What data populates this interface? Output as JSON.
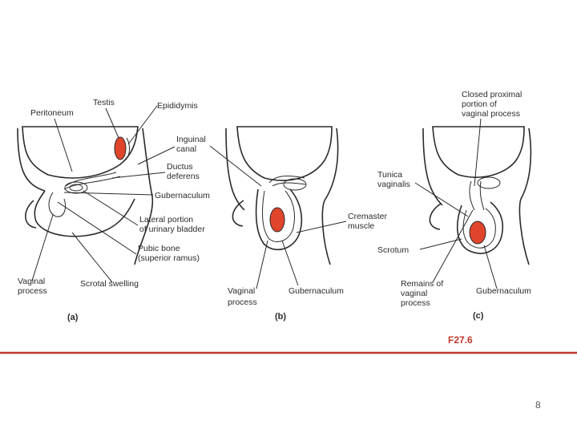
{
  "colors": {
    "peritoneal_fill": "#dcb59c",
    "testis_fill": "#e0452b",
    "rule": "#c0392b",
    "figure_id": "#c0392b"
  },
  "panels": {
    "a": {
      "panel_label": "(a)",
      "labels": {
        "testis": "Testis",
        "peritoneum": "Peritoneum",
        "epididymis": "Epididymis",
        "inguinal_canal": [
          "Inguinal",
          "canal"
        ],
        "ductus_deferens": [
          "Ductus",
          "deferens"
        ],
        "gubernaculum": "Gubernaculum",
        "lateral_portion": [
          "Lateral portion",
          "of urinary bladder"
        ],
        "pubic_bone": [
          "Pubic bone",
          "(superior ramus)"
        ],
        "vaginal_process": [
          "Vaginal",
          "process"
        ],
        "scrotal_swelling": "Scrotal swelling"
      }
    },
    "b": {
      "panel_label": "(b)",
      "labels": {
        "cremaster_muscle": [
          "Cremaster",
          "muscle"
        ],
        "vaginal_process": [
          "Vaginal",
          "process"
        ],
        "gubernaculum": "Gubernaculum"
      }
    },
    "c": {
      "panel_label": "(c)",
      "labels": {
        "closed_proximal": [
          "Closed proximal",
          "portion of",
          "vaginal process"
        ],
        "tunica_vaginalis": [
          "Tunica",
          "vaginalis"
        ],
        "scrotum": "Scrotum",
        "remains_vaginal": [
          "Remains of",
          "vaginal",
          "process"
        ],
        "gubernaculum": "Gubernaculum"
      }
    }
  },
  "figure_id": "F27.6",
  "page_number": "8"
}
